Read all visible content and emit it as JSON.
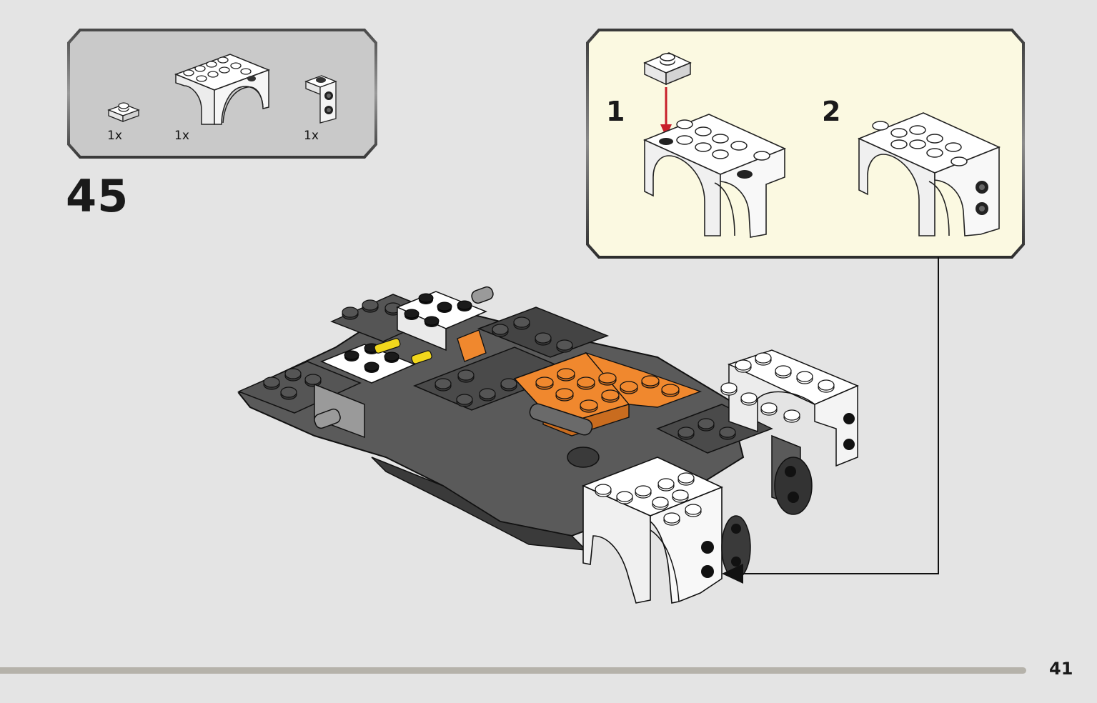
{
  "parts_list": {
    "items": [
      {
        "part": "1x1 white plate",
        "quantity": "1x"
      },
      {
        "part": "white wheel arch brick",
        "quantity": "1x"
      },
      {
        "part": "white bracket with two studs",
        "quantity": "1x"
      }
    ]
  },
  "step": {
    "number": "45"
  },
  "sub_assembly": {
    "steps": [
      {
        "label": "1"
      },
      {
        "label": "2"
      }
    ]
  },
  "page": {
    "number": "41"
  },
  "colors": {
    "background": "#e4e4e4",
    "parts_panel_fill": "#c9c9c9",
    "sub_panel_fill": "#fbf9e1",
    "panel_border": "#3a3a3a",
    "arrow_red": "#c8202a",
    "model_orange": "#f0882e",
    "model_dark_gray": "#4b4b4b",
    "model_light_gray": "#9a9a9a",
    "model_white": "#ffffff",
    "model_yellow": "#f2d81c"
  }
}
